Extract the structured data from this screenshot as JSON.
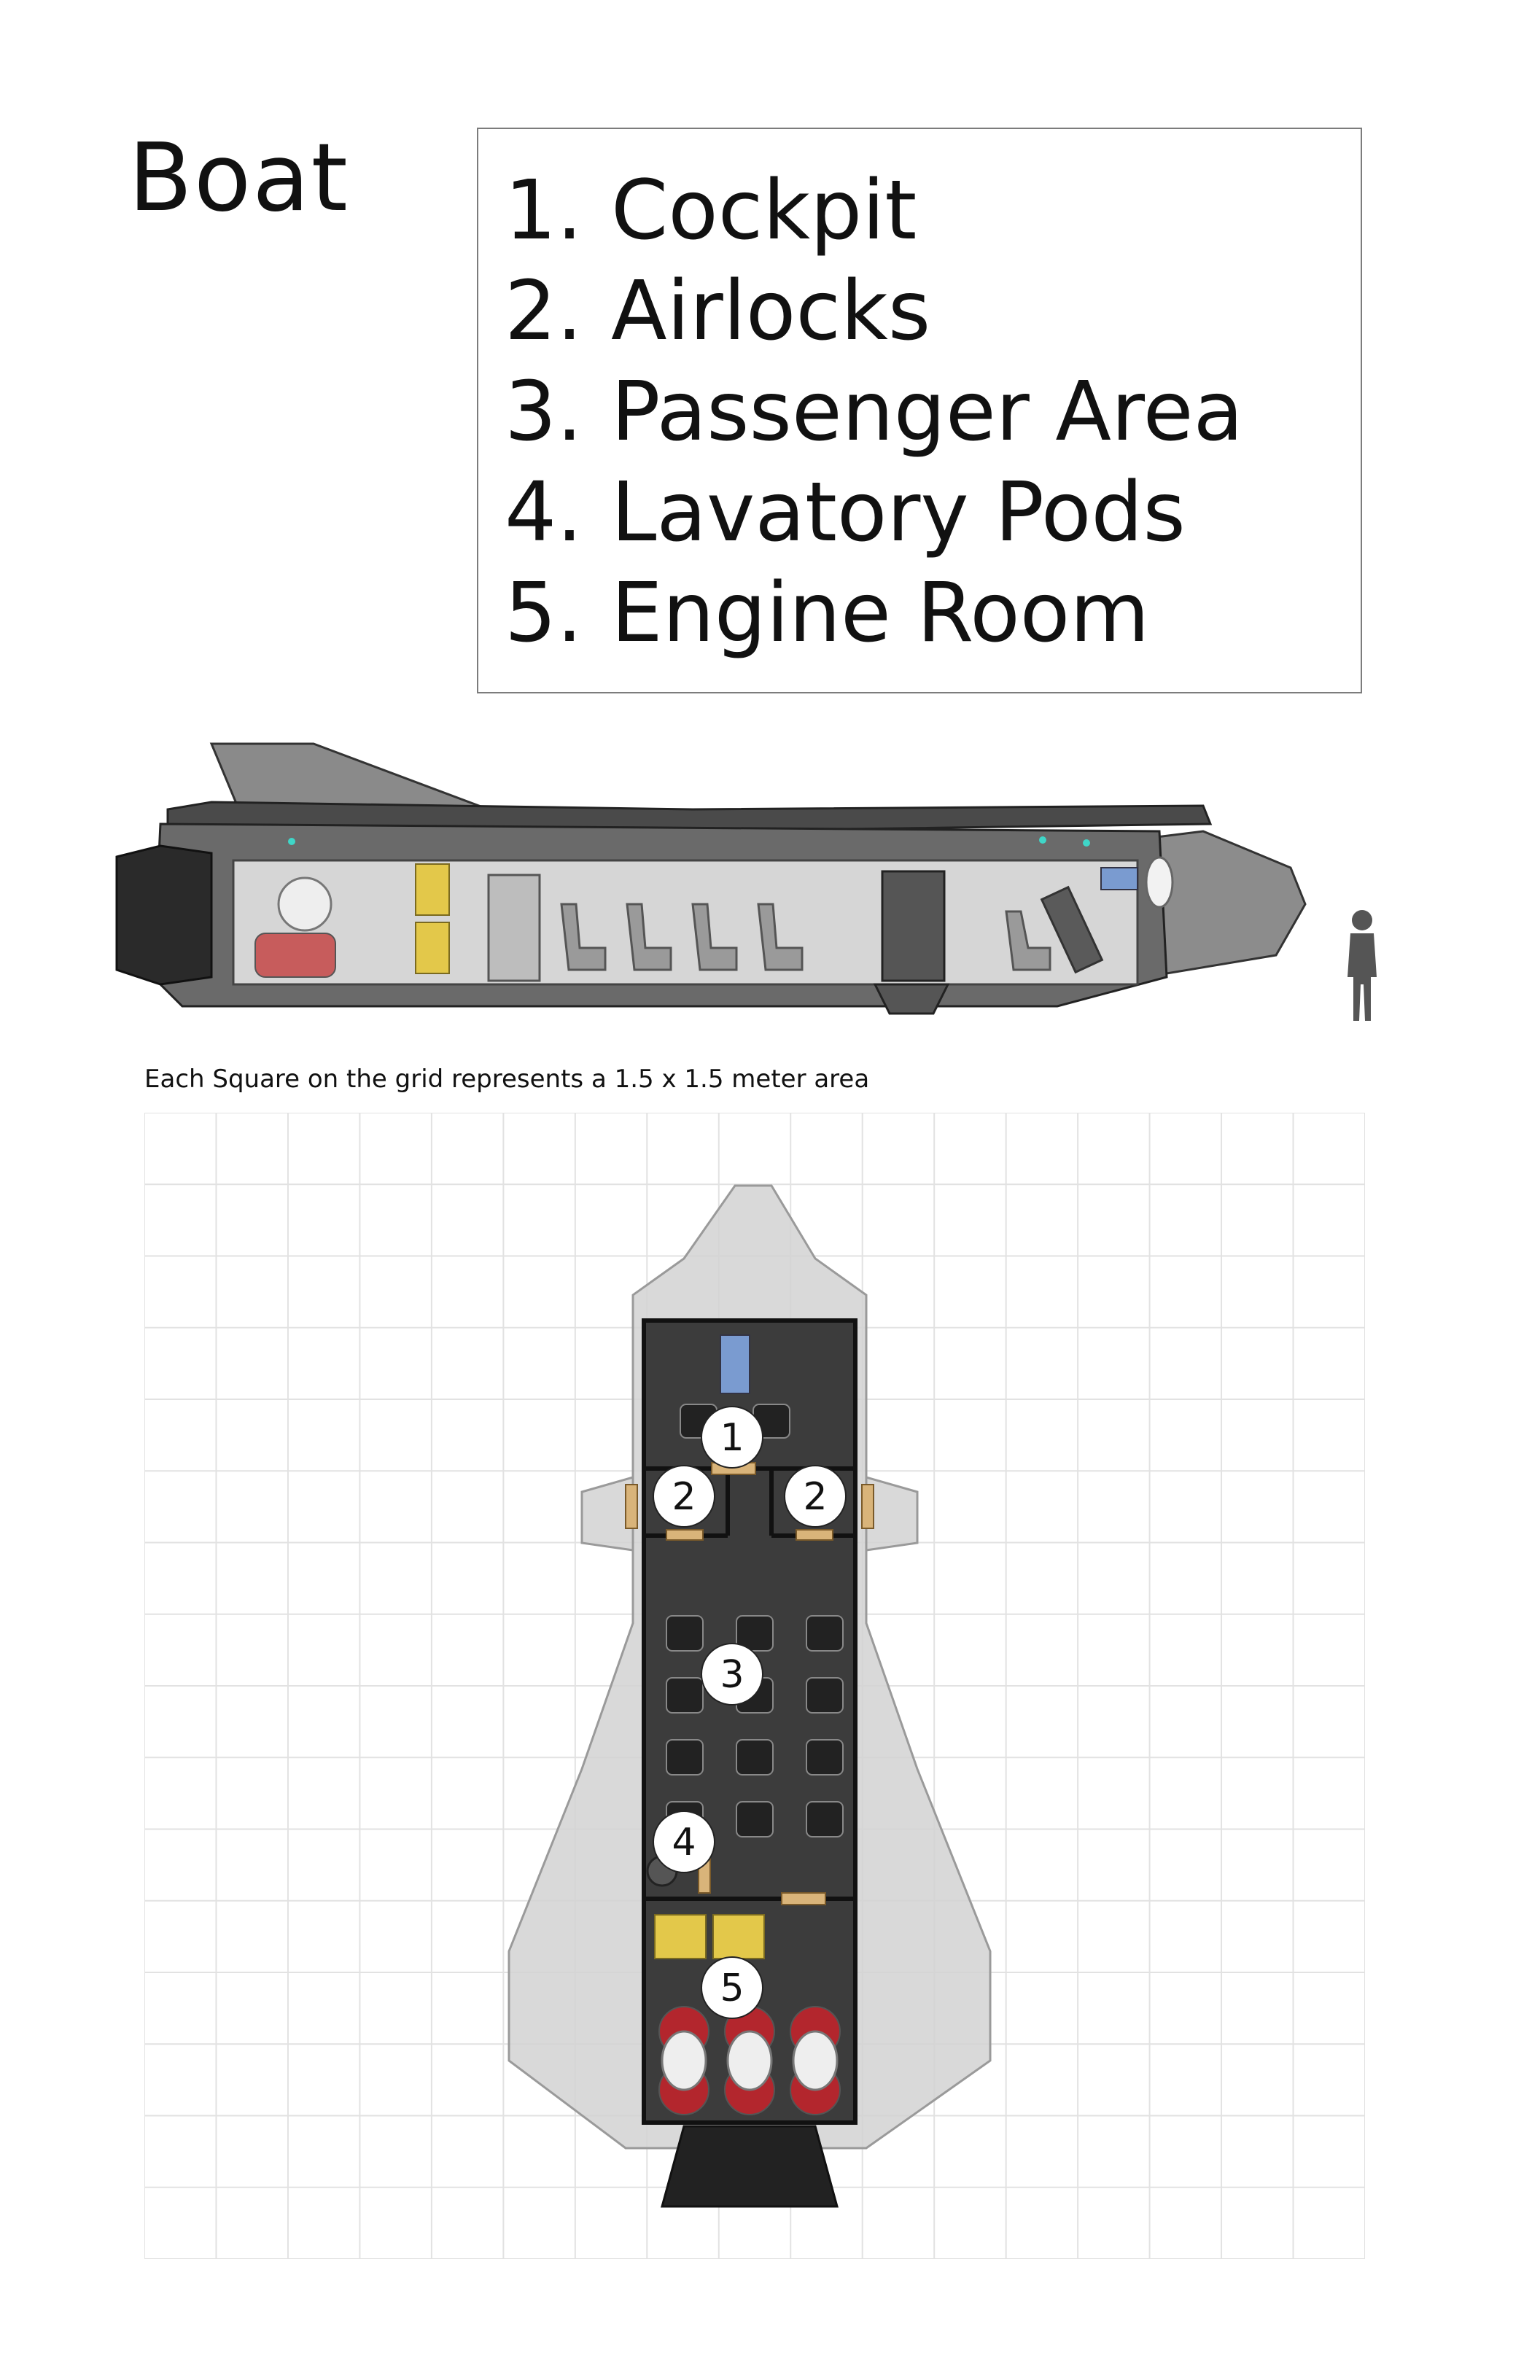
{
  "title": "Boat",
  "legend": [
    {
      "num": "1.",
      "label": "Cockpit"
    },
    {
      "num": "2.",
      "label": "Airlocks"
    },
    {
      "num": "3.",
      "label": "Passenger Area"
    },
    {
      "num": "4.",
      "label": "Lavatory Pods"
    },
    {
      "num": "5.",
      "label": "Engine Room"
    }
  ],
  "scale_note": "Each Square on the grid represents a 1.5 x 1.5 meter area",
  "grid": {
    "columns": 17,
    "rows": 16,
    "square_meters": "1.5 x 1.5"
  },
  "markers": {
    "m1": "1",
    "m2a": "2",
    "m2b": "2",
    "m3": "3",
    "m4": "4",
    "m5": "5"
  },
  "colors": {
    "hull": "#5a5a5a",
    "hull_light": "#cfcfcf",
    "interior": "#d8d8d8",
    "floor": "#3c3c3c",
    "seat_red": "#c75c5c",
    "door_tan": "#d9b47a",
    "engine_yellow": "#e3c84a",
    "engine_red": "#b3262d",
    "accent_teal": "#3fd6c8",
    "grid_line": "#e2e2e2",
    "marker_fill": "#ffffff"
  },
  "icons": [
    "person-silhouette-icon",
    "seat-icon",
    "engine-icon"
  ]
}
